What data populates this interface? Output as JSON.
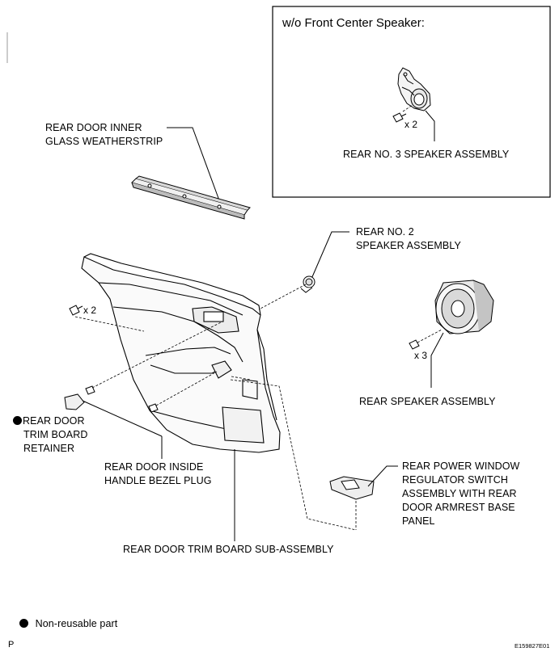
{
  "inset": {
    "title": "w/o Front Center Speaker:"
  },
  "labels": {
    "inner_weatherstrip": [
      "REAR DOOR INNER",
      "GLASS WEATHERSTRIP"
    ],
    "rear_no3_speaker": "REAR NO. 3 SPEAKER ASSEMBLY",
    "rear_no2_speaker": [
      "REAR NO. 2",
      "SPEAKER ASSEMBLY"
    ],
    "rear_speaker": "REAR SPEAKER ASSEMBLY",
    "trim_board_retainer": [
      "REAR DOOR",
      "TRIM BOARD",
      "RETAINER"
    ],
    "bezel_plug": [
      "REAR DOOR INSIDE",
      "HANDLE BEZEL PLUG"
    ],
    "switch_assembly": [
      "REAR POWER WINDOW",
      "REGULATOR SWITCH",
      "ASSEMBLY WITH REAR",
      "DOOR ARMREST BASE",
      "PANEL"
    ],
    "trim_board_sub": "REAR DOOR TRIM BOARD SUB-ASSEMBLY"
  },
  "quantities": {
    "inset_screws": "x 2",
    "clip_screws": "x 2",
    "speaker_screws": "x 3"
  },
  "legend": {
    "text": "Non-reusable part"
  },
  "footer": {
    "left": "P",
    "code": "E159827E01"
  }
}
